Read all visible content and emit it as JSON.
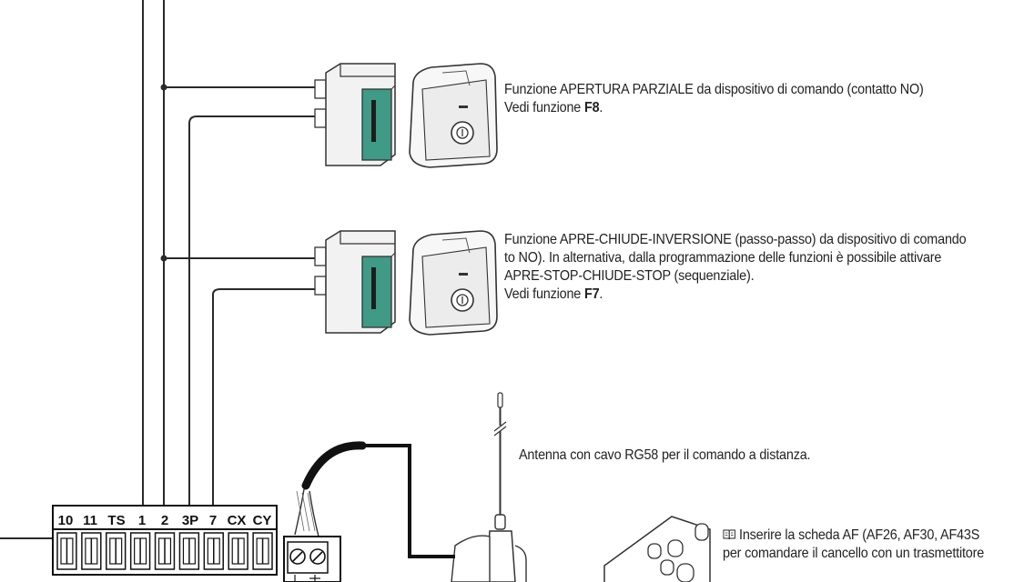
{
  "terminal_block": {
    "labels": [
      "10",
      "11",
      "TS",
      "1",
      "2",
      "3P",
      "7",
      "CX",
      "CY"
    ]
  },
  "descriptions": {
    "partial_opening": {
      "line1": "Funzione APERTURA PARZIALE da dispositivo di comando (contatto NO)",
      "line2_prefix": "Vedi funzione ",
      "line2_code": "F8",
      "line2_suffix": "."
    },
    "open_close_reverse": {
      "line1": "Funzione APRE-CHIUDE-INVERSIONE (passo-passo) da dispositivo di comando",
      "line2": "to NO). In alternativa, dalla programmazione delle funzioni è possibile attivare",
      "line3": "APRE-STOP-CHIUDE-STOP (sequenziale).",
      "line4_prefix": "Vedi funzione ",
      "line4_code": "F7",
      "line4_suffix": "."
    },
    "antenna": {
      "line1": "Antenna con cavo RG58 per il comando a distanza."
    },
    "receiver_card": {
      "icon": "book-icon",
      "line1": "Inserire la scheda AF (AF26, AF30, AF43S",
      "line2": "per comandare il cancello con un trasmettitore"
    }
  },
  "colors": {
    "button_green": "#3f9a86",
    "line": "#2a2a2a",
    "device_face": "#eeeeee"
  }
}
